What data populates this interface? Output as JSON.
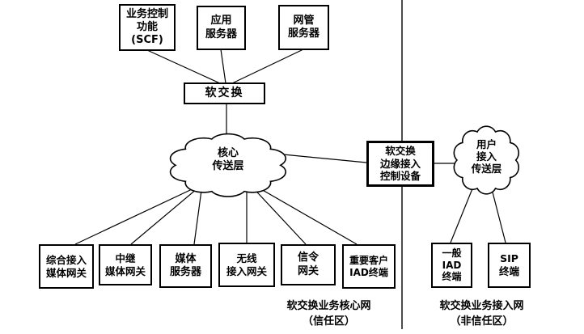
{
  "figure": {
    "nodes": {
      "scf": "业务控制\n功能\n(SCF)",
      "app_server": "应用\n服务器",
      "nms_server": "网管\n服务器",
      "softswitch": "软交换",
      "edge_access_controller": "软交换\n边缘接入\n控制设备",
      "integrated_access_media_gw": "综合接入\n媒体网关",
      "trunk_media_gw": "中继\n媒体网关",
      "media_server": "媒体\n服务器",
      "wireless_access_gw": "无线\n接入网关",
      "signaling_gw": "信令\n网关",
      "vip_iad_terminal": "重要客户\nIAD终端",
      "general_iad_terminal": "一般\nIAD\n终端",
      "sip_terminal": "SIP\n终端"
    },
    "clouds": {
      "core_transport": "核心\n传送层",
      "user_access_transport": "用户\n接入\n传送层"
    },
    "captions": {
      "trusted_zone": "软交换业务核心网\n（信任区）",
      "untrusted_zone": "软交换业务接入网\n（非信任区）"
    },
    "colors": {
      "line": "#000000",
      "background": "#ffffff",
      "text": "#000000"
    }
  }
}
